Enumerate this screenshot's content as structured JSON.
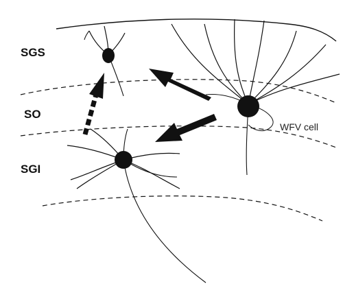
{
  "layers": {
    "sgs": "SGS",
    "so": "SO",
    "sgi": "SGI"
  },
  "cells": {
    "wfv": "WFV cell"
  },
  "colors": {
    "ink": "#111111",
    "background": "#ffffff"
  }
}
